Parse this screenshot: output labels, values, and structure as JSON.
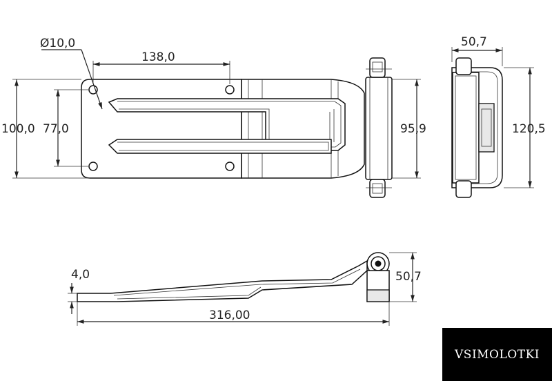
{
  "dimensions": {
    "hole_diameter": "Ø10,0",
    "hole_spacing_horizontal": "138,0",
    "plate_height": "100,0",
    "hole_spacing_vertical": "77,0",
    "knuckle_height": "95,9",
    "side_width": "50,7",
    "side_height": "120,5",
    "plate_thickness": "4,0",
    "total_length": "316,00",
    "side_profile_height": "50,7"
  },
  "brand": {
    "name": "VSIMOLOTKI",
    "background": "#000000",
    "text_color": "#ffffff"
  }
}
